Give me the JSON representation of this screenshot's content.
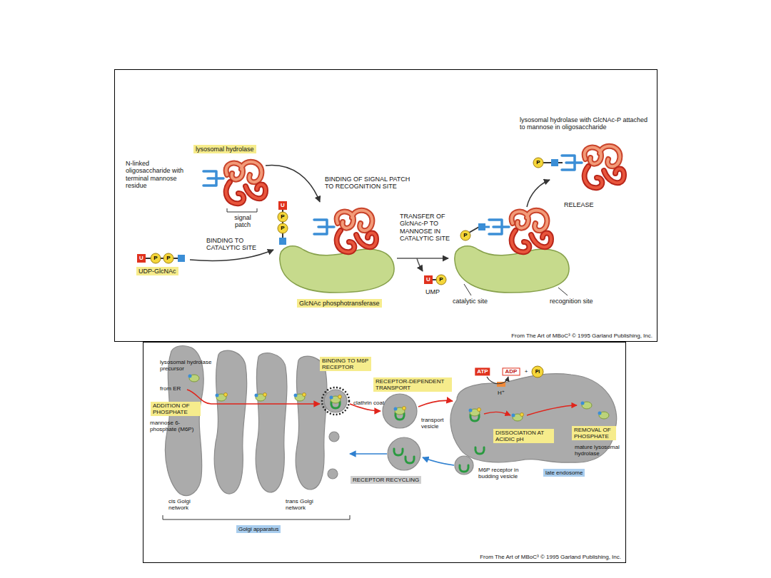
{
  "diagram": {
    "nodes": [
      {
        "text": [
          "From The Art of MBoC³ © 1995 Garland Publishing, Inc."
        ]
      },
      {
        "text": [
          "lysosomal hydrolase"
        ],
        "in": 0
      },
      {
        "text": [
          "UDP-GlcNAc"
        ],
        "in": 0
      },
      {
        "text": [
          "GlcNAc phosphotransferase"
        ],
        "in": 0
      },
      {
        "text": [
          "From The Art of MBoC³ © 1995 Garland Publishing, Inc."
        ]
      },
      {
        "text": [
          "ADDITION OF PHOSPHATE"
        ],
        "in": 4
      },
      {
        "text": [
          "BINDING TO M6P RECEPTOR"
        ],
        "in": 4
      },
      {
        "text": [
          "RECEPTOR-DEPENDENT TRANSPORT"
        ],
        "in": 4
      },
      {
        "text": [
          "DISSOCIATION AT ACIDIC pH"
        ],
        "in": 4
      },
      {
        "text": [
          "REMOVAL OF PHOSPHATE"
        ],
        "in": 4
      },
      {
        "text": [
          "late endosome"
        ],
        "in": 4
      },
      {
        "text": [
          "RECEPTOR RECYCLING"
        ],
        "in": 4
      },
      {
        "text": [
          "Golgi apparatus"
        ],
        "in": 4
      }
    ],
    "labels": [
      "N-linked oligosaccharide with terminal mannose residue",
      "signal patch",
      "BINDING OF SIGNAL PATCH TO RECOGNITION SITE",
      "BINDING TO CATALYTIC SITE",
      "TRANSFER OF GlcNAc-P TO MANNOSE IN CATALYTIC SITE",
      "UMP",
      "lysosomal hydrolase with GlcNAc-P attached to mannose in oligosaccharide",
      "RELEASE",
      "catalytic site",
      "recognition site",
      "U",
      "P",
      "P",
      "U",
      "P",
      "P",
      "U",
      "P",
      "P",
      "P",
      "lysosomal hydrolase precursor",
      "from ER",
      "mannose 6-phosphate (M6P)",
      "clathrin coat",
      "transport vesicle",
      "ATP",
      "ADP",
      "+",
      "Pi",
      "H⁺",
      "mature lysosomal hydrolase",
      "M6P receptor in budding vesicle",
      "cis Golgi network",
      "trans Golgi network"
    ]
  }
}
